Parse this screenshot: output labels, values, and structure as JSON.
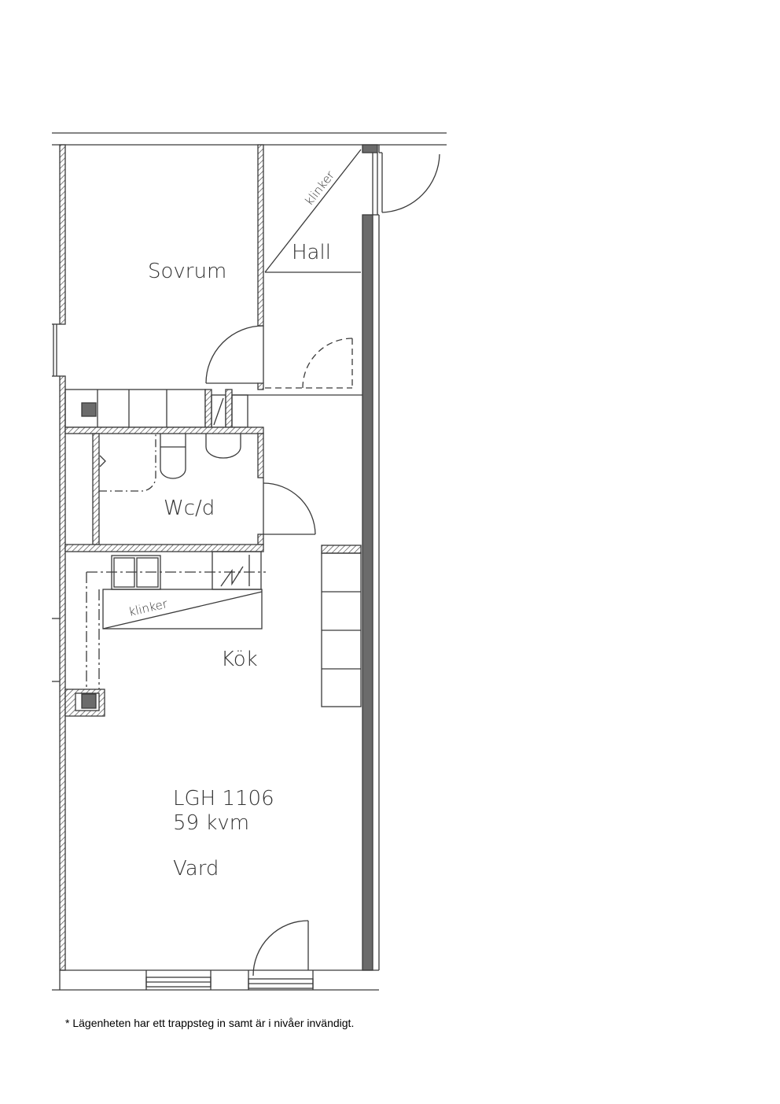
{
  "colors": {
    "line": "#3a3a3a",
    "dark_fill": "#6b6b6b",
    "hatch": "#4a4a4a",
    "background": "#ffffff"
  },
  "rooms": {
    "sovrum": "Sovrum",
    "hall": "Hall",
    "wc": "Wc/d",
    "kok": "Kök",
    "apartment_id": "LGH 1106",
    "area": "59 kvm",
    "vard": "Vard"
  },
  "annotations": {
    "klinker_hall": "klinker",
    "klinker_kitchen": "klinker"
  },
  "footnote": "* Lägenheten har ett trappsteg in samt är i nivåer invändigt."
}
